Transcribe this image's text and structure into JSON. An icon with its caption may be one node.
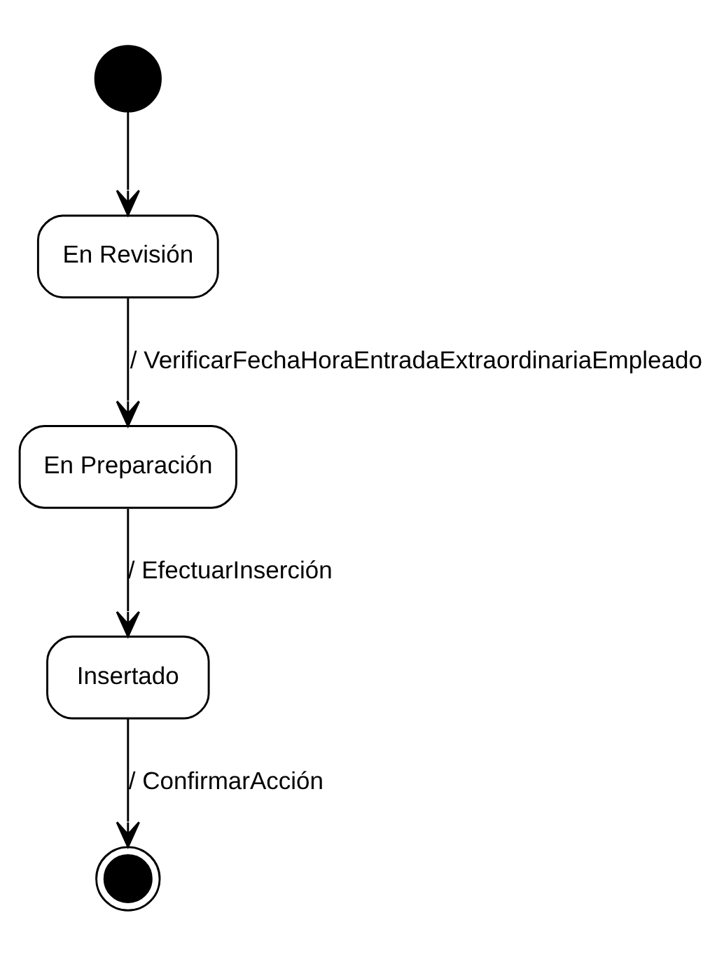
{
  "diagram": {
    "nodes": [
      {
        "text": [],
        "shape": "circle"
      },
      {
        "text": [
          "En Revisión"
        ]
      },
      {
        "text": [
          "En Preparación"
        ]
      },
      {
        "text": [
          "Insertado"
        ]
      },
      {
        "text": [],
        "shape": "circle"
      }
    ],
    "edges": [
      {
        "from": 0,
        "to": 1,
        "arrow": "to"
      },
      {
        "from": 1,
        "to": 2,
        "arrow": "to",
        "label": "/ VerificarFechaHoraEntradaExtraordinariaEmpleado"
      },
      {
        "from": 2,
        "to": 3,
        "arrow": "to",
        "label": "/ EfectuarInserción"
      },
      {
        "from": 3,
        "to": 4,
        "arrow": "to",
        "label": "/ ConfirmarAcción"
      }
    ]
  }
}
